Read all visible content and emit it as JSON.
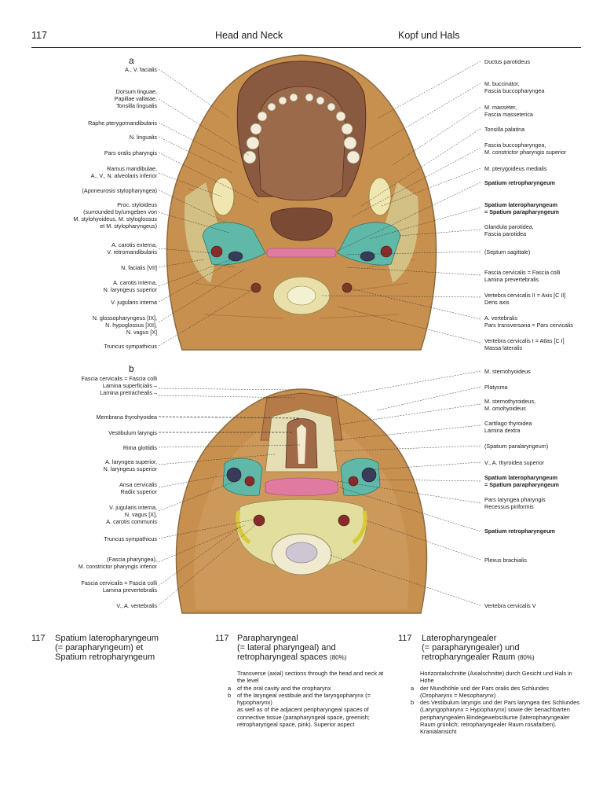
{
  "header": {
    "page": "117",
    "title_en": "Head and Neck",
    "title_de": "Kopf und Hals"
  },
  "figure_a": {
    "letter": "a",
    "left_labels": [
      "A., V. facialis",
      "Dorsum linguae,\nPapillae vallatae,\nTonsilla lingualis",
      "Raphe pterygomandibularis",
      "N. lingualis",
      "Pars oralis pharyngis",
      "Ramus mandibulae,\nA., V., N. alveolaris inferior",
      "(Aponeurosis stylopharyngea)",
      "Proc. styloideus\n(surrounded by/umgeben von\nM. stylohyoideus, M. styloglossus\net M. stylopharyngeus)",
      "A. carotis externa,\nV. retromandibularis",
      "N. facialis [VII]",
      "A. carotis interna,\nN. laryngeus superior",
      "V. jugularis interna",
      "N. glossopharyngeus [IX],\nN. hypoglossus [XII],\nN. vagus [X]",
      "Truncus sympathicus"
    ],
    "right_labels": [
      "Ductus parotideus",
      "M. buccinator,\nFascia buccopharyngea",
      "M. masseter,\nFascia masseterica",
      "Tonsilla palatina",
      "Fascia buccopharyngea,\nM. constrictor pharyngis superior",
      "M. pterygoideus medialis",
      "Spatium retropharyngeum",
      "Spatium lateropharyngeum\n= Spatium parapharyngeum",
      "Glandula parotidea,\nFascia parotidea",
      "(Septum sagittale)",
      "Fascia cervicalis = Fascia colli\nLamina prevertebralis",
      "Vertebra cervicalis II = Axis [C II]\nDens axis",
      "A. vertebralis\nPars transversaria = Pars cervicalis",
      "Vertebra cervicalis I = Atlas [C I]\nMassa lateralis"
    ]
  },
  "figure_b": {
    "letter": "b",
    "left_labels": [
      "Fascia cervicalis = Fascia colli\nLamina superficialis –\nLamina pretrachealis –",
      "Membrana thyrohyoidea",
      "Vestibulum laryngis",
      "Rima glottidis",
      "A. laryngea superior,\nN. laryngeus superior",
      "Ansa cervicalis\nRadix superior",
      "V. jugularis interna,\nN. vagus [X],\nA. carotis communis",
      "Truncus sympathicus",
      "(Fascia pharyngea),\nM. constrictor pharyngis inferior",
      "Fascia cervicalis = Fascia colli\nLamina prevertebralis",
      "V., A. vertebralis"
    ],
    "right_labels": [
      "M. sternohyoideus",
      "Platysma",
      "M. sternothyroideus,\nM. omohyoideus",
      "Cartilago thyroidea\nLamina dextra",
      "(Spatium paralaryngeum)",
      "V., A. thyroidea superior",
      "Spatium lateropharyngeum\n= Spatium parapharyngeum",
      "Pars laryngea pharyngis\nRecessus piriformis",
      "Spatium retropharyngeum",
      "Plexus brachialis",
      "Vertebra cervicalis V"
    ]
  },
  "captions": {
    "col1": {
      "num": "117",
      "title": "Spatium lateropharyngeum\n(= parapharyngeum) et\nSpatium retropharyngeum"
    },
    "col2": {
      "num": "117",
      "title": "Parapharyngeal\n(= lateral pharyngeal) and\nretropharyngeal spaces",
      "pct": "(80%)",
      "intro": "Transverse (axial) sections through the head and neck at the level",
      "items": [
        {
          "mark": "a",
          "text": "of the oral cavity and the oropharynx"
        },
        {
          "mark": "b",
          "text": "of the laryngeal vestibule and the laryngopharynx (= hypopharynx)"
        }
      ],
      "outro": "as well as of the adjacent peripharyngeal spaces of connective tissue (parapharyngeal space, greenish; retropharyngeal space, pink). Superior aspect"
    },
    "col3": {
      "num": "117",
      "title": "Lateropharyngealer\n(= parapharyngealer) und\nretropharyngealer Raum",
      "pct": "(80%)",
      "intro": "Horizontalschnitte (Axialschnitte) durch Gesicht und Hals in Höhe",
      "items": [
        {
          "mark": "a",
          "text": "der Mundhöhle und der Pars oralis des Schlundes (Oropharynx = Mesopharynx)"
        },
        {
          "mark": "b",
          "text": "des Vestibulum laryngis und der Pars laryngea des Schlundes (Laryngopharynx = Hypopharynx) sowie der benachbarten peripharyngealen Bindegewebsräume (lateropharyngealer Raum grünlich; retropharyngealer Raum rosafarben). Kranialansicht"
        }
      ]
    }
  },
  "colors": {
    "muscle": "#b8763e",
    "fat": "#d9c98f",
    "parapharyngeal": "#5fb8a8",
    "retropharyngeal": "#e07aa0",
    "bone": "#e8e0a8",
    "mucosa": "#8a5a40"
  }
}
